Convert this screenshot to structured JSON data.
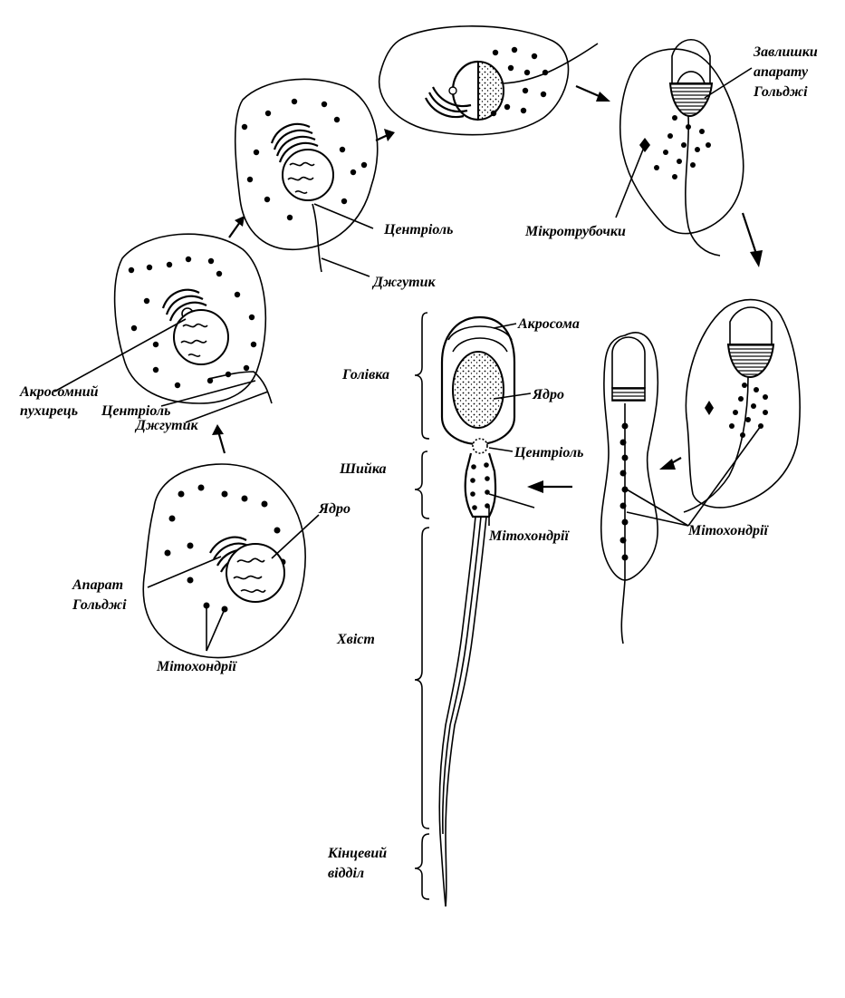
{
  "labels": {
    "stage1_golgi": "Апарат",
    "stage1_golgi_2": "Гольджі",
    "stage1_nucleus": "Ядро",
    "stage1_mito": "Мітохондрії",
    "stage2_vesicle": "Акросомний",
    "stage2_vesicle_2": "пухирець",
    "stage2_centriole": "Центріоль",
    "stage2_flagellum": "Джгутик",
    "stage3_centriole": "Центріоль",
    "stage3_flagellum": "Джгутик",
    "golgi_remnants_1": "Завлишки",
    "golgi_remnants_2": "апарату",
    "golgi_remnants_3": "Гольджі",
    "microtubules": "Мікротрубочки",
    "stage6_mito": "Мітохондрії",
    "acrosome": "Акросома",
    "mature_nucleus": "Ядро",
    "mature_centriole": "Центріоль",
    "mature_mito": "Мітохондрії",
    "part_head": "Голівка",
    "part_neck": "Шийка",
    "part_tail": "Хвіст",
    "part_end_1": "Кінцевий",
    "part_end_2": "відділ"
  }
}
